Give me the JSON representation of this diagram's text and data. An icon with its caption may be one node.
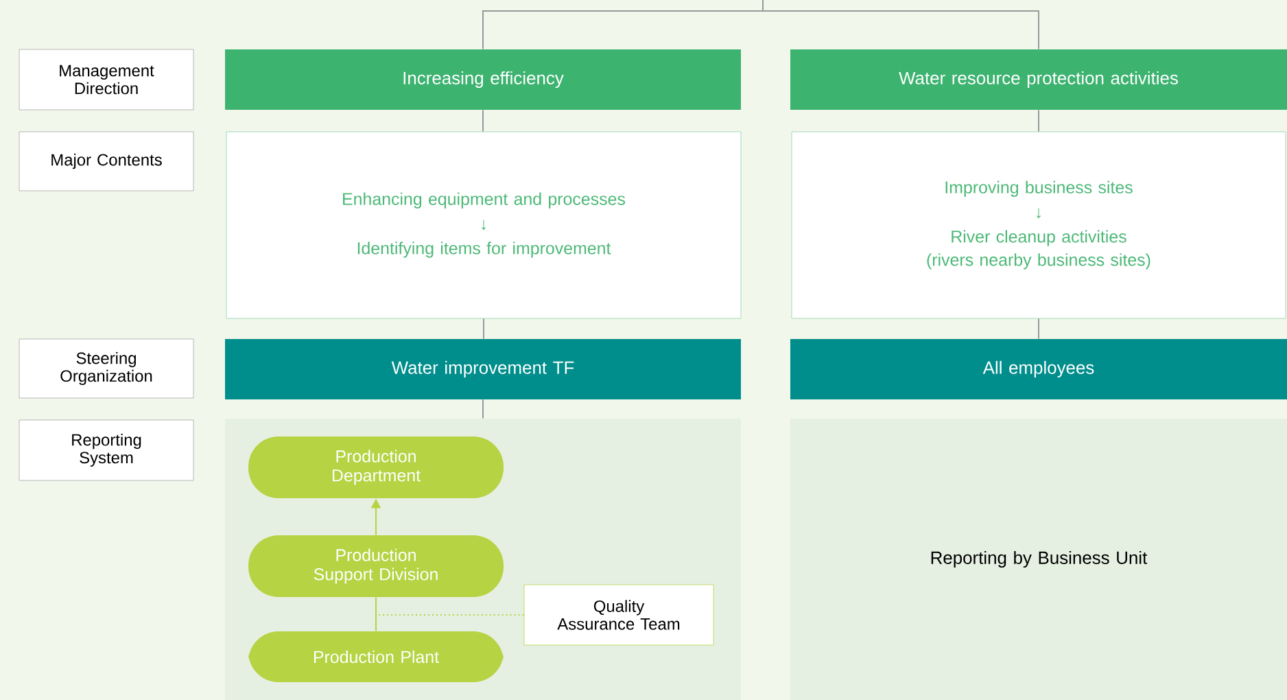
{
  "diagram": {
    "nodes": [
      {
        "text": [
          "Management Direction"
        ]
      },
      {
        "text": [
          "Major Contents"
        ]
      },
      {
        "text": [
          "Steering Organization"
        ]
      },
      {
        "text": [
          "Reporting System"
        ]
      },
      {
        "text": [
          "Increasing efficiency"
        ]
      },
      {
        "text": [
          "Water resource protection activities"
        ]
      },
      {
        "text": [
          "Enhancing equipment and processes",
          "↓",
          "Identifying items for improvement"
        ]
      },
      {
        "text": [
          "Improving business sites",
          "↓",
          "River cleanup activities (rivers nearby business sites)"
        ]
      },
      {
        "text": [
          "Water improvement TF"
        ]
      },
      {
        "text": [
          "All employees"
        ]
      },
      {
        "text": [],
        "shape": "box"
      },
      {
        "text": [
          "Production Department"
        ],
        "in": 10
      },
      {
        "text": [
          "Production Support Division"
        ],
        "in": 10
      },
      {
        "text": [
          "Production Plant"
        ],
        "in": 10
      },
      {
        "text": [
          "Quality Assurance Team"
        ],
        "in": 10
      },
      {
        "text": [
          "Reporting by Business Unit"
        ]
      }
    ],
    "edges": [
      {
        "from": null,
        "to": 4,
        "arrow": "none"
      },
      {
        "from": null,
        "to": 5,
        "arrow": "none"
      },
      {
        "from": 4,
        "to": 6,
        "arrow": "none"
      },
      {
        "from": 5,
        "to": 7,
        "arrow": "none"
      },
      {
        "from": 6,
        "to": 8,
        "arrow": "none"
      },
      {
        "from": 7,
        "to": 9,
        "arrow": "none"
      },
      {
        "from": 8,
        "to": 10,
        "arrow": "none"
      },
      {
        "from": 12,
        "to": 11,
        "arrow": "to",
        "color": "#b5d343"
      },
      {
        "from": 13,
        "to": 12,
        "arrow": "none",
        "color": "#b5d343"
      },
      {
        "from": 14,
        "to": 13,
        "arrow": "none",
        "style": "dashed",
        "color": "#b5d343"
      }
    ]
  }
}
